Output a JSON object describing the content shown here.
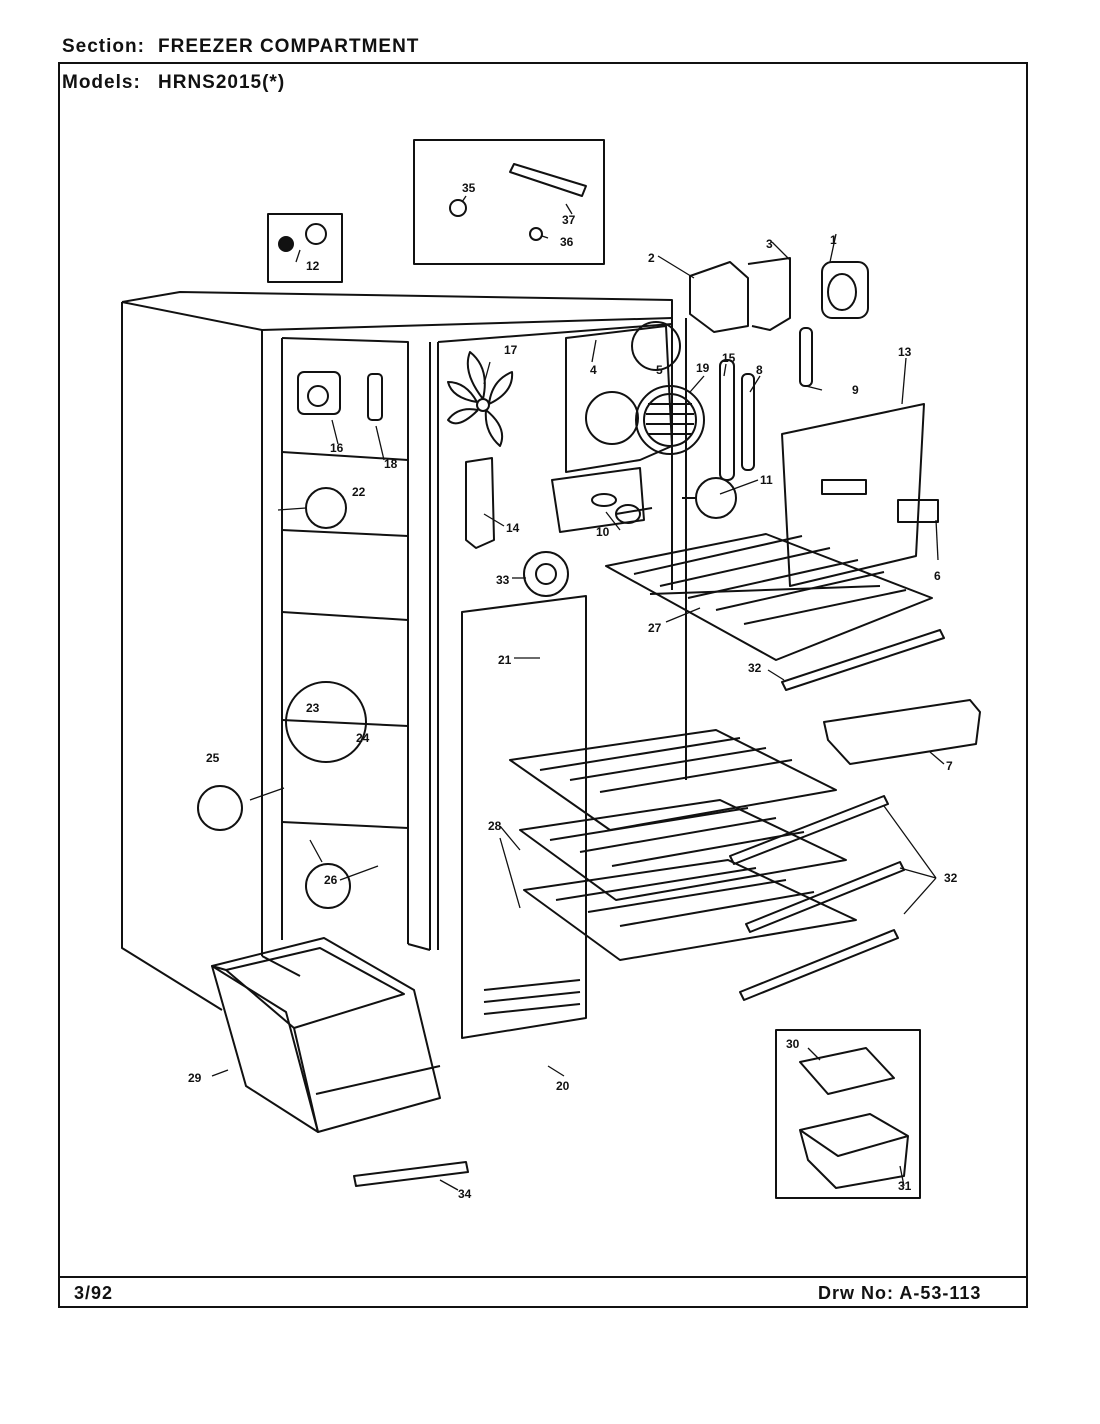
{
  "header": {
    "section_label": "Section:",
    "section_value": "FREEZER COMPARTMENT",
    "models_label": "Models:",
    "models_value": "HRNS2015(*)"
  },
  "footer": {
    "date": "3/92",
    "drawing_number": "Drw No: A-53-113"
  },
  "callouts": [
    "1",
    "2",
    "3",
    "4",
    "5",
    "6",
    "7",
    "8",
    "9",
    "10",
    "11",
    "12",
    "13",
    "14",
    "15",
    "16",
    "17",
    "18",
    "19",
    "20",
    "21",
    "22",
    "23",
    "24",
    "25",
    "26",
    "27",
    "28",
    "29",
    "30",
    "31",
    "32",
    "32",
    "32",
    "33",
    "34",
    "35",
    "36",
    "37"
  ]
}
